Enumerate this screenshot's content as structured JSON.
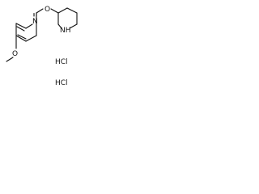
{
  "molecule": {
    "atoms": {
      "ring_oxygen_label": "O",
      "pyridine_nitrogen_label": "N",
      "piperidine_nh_label": "NH",
      "methoxy_oxygen_label": "O"
    },
    "salts": [
      {
        "label": "HCl"
      },
      {
        "label": "HCl"
      }
    ]
  },
  "colors": {
    "line": "#111111",
    "background": "#ffffff"
  }
}
